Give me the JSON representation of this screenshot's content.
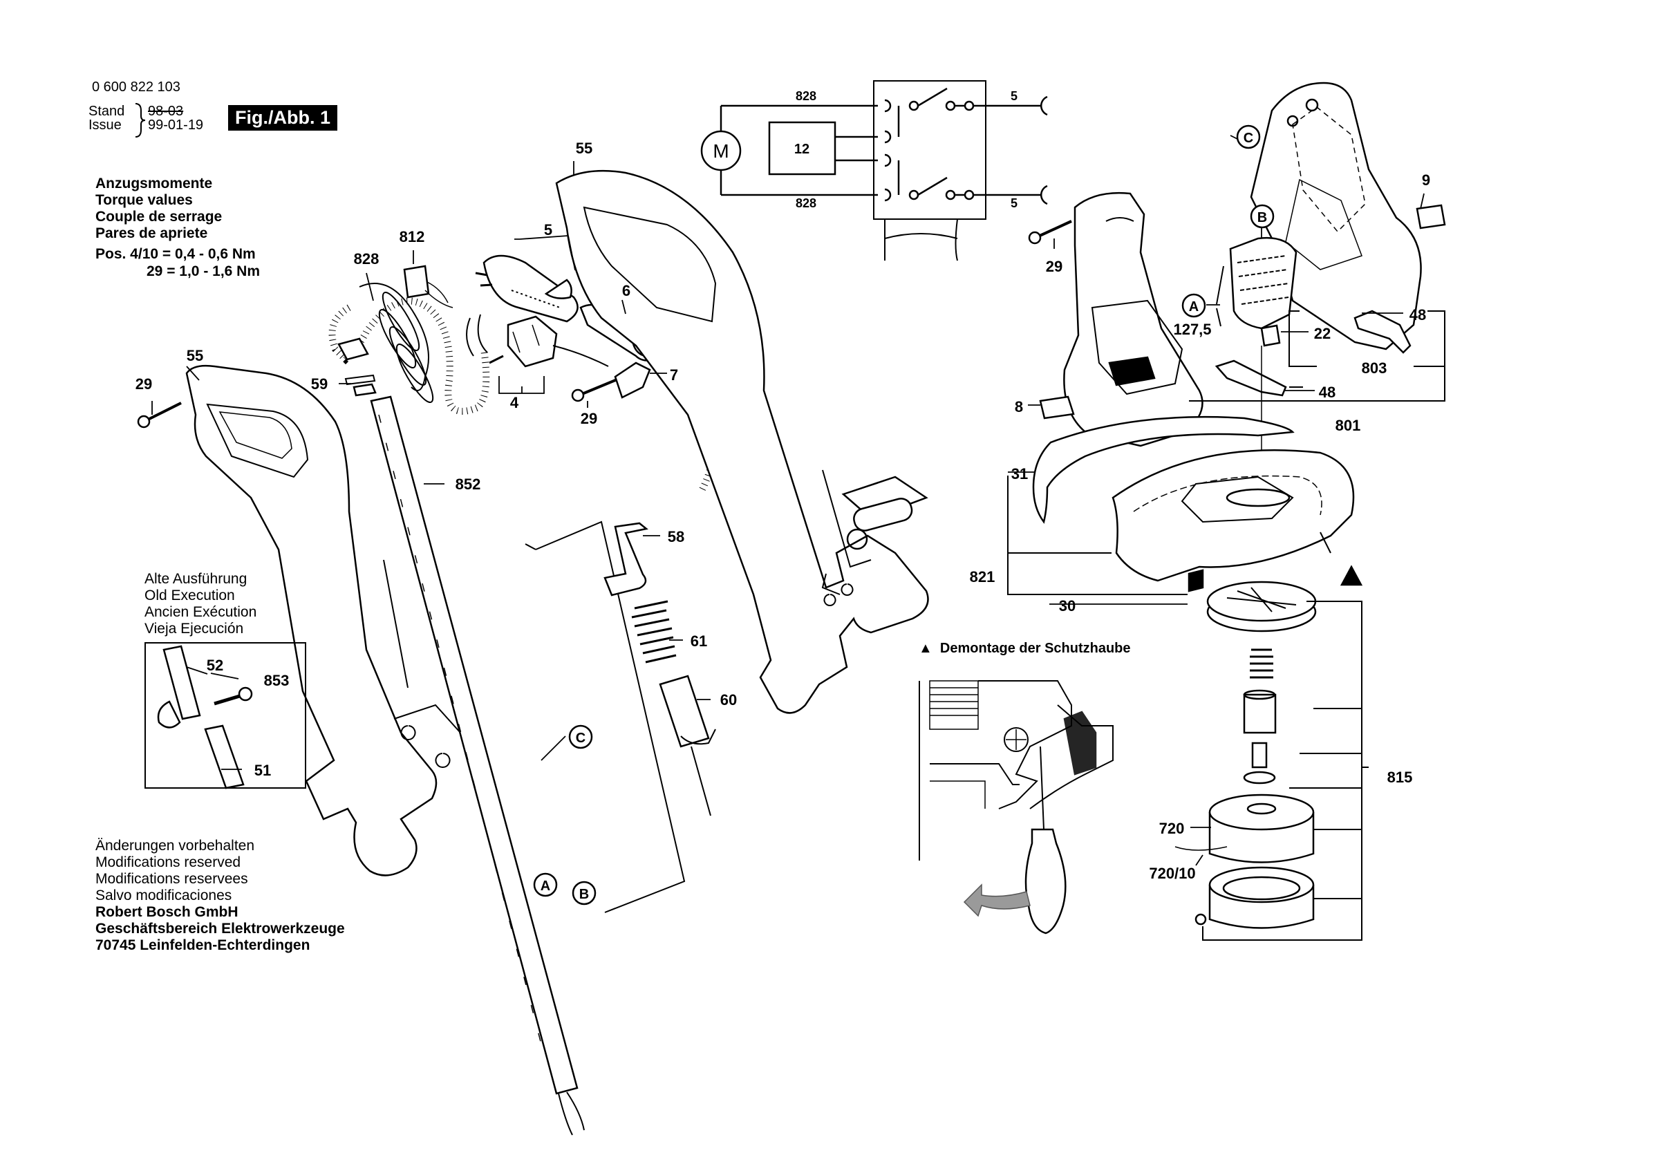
{
  "header": {
    "part_number": "0 600 822 103",
    "stand_label": "Stand",
    "stand_old": "98-03",
    "issue_label": "Issue",
    "issue_date": "99-01-19",
    "figure": "Fig./Abb. 1"
  },
  "torque": {
    "lines": [
      "Anzugsmomente",
      "Torque values",
      "Couple de serrage",
      "Pares de apriete"
    ],
    "spec1": "Pos. 4/10 = 0,4 - 0,6 Nm",
    "spec2": "29 = 1,0 - 1,6 Nm"
  },
  "old_version": {
    "lines": [
      "Alte Ausführung",
      "Old Execution",
      "Ancien Exécution",
      "Vieja Ejecución"
    ],
    "parts": [
      "52",
      "853",
      "51"
    ]
  },
  "footer": {
    "lines": [
      "Änderungen vorbehalten",
      "Modifications reserved",
      "Modifications reservees",
      "Salvo modificaciones"
    ],
    "company": [
      "Robert Bosch GmbH",
      "Geschäftsbereich Elektrowerkzeuge",
      "70745 Leinfelden-Echterdingen"
    ]
  },
  "guard_removal": {
    "label": "Demontage der Schutzhaube"
  },
  "wiring": {
    "motor": "M",
    "box": "12",
    "wire": "828",
    "terminal": "5"
  },
  "callouts": {
    "left": [
      "55",
      "29",
      "59",
      "852",
      "828",
      "812",
      "5",
      "4",
      "6",
      "7",
      "29",
      "55",
      "C",
      "A",
      "B",
      "58",
      "61",
      "60"
    ],
    "right": [
      "C",
      "B",
      "A",
      "9",
      "29",
      "127,5",
      "22",
      "48",
      "803",
      "48",
      "8",
      "801",
      "31",
      "821",
      "30",
      "720",
      "720/10",
      "815"
    ]
  }
}
